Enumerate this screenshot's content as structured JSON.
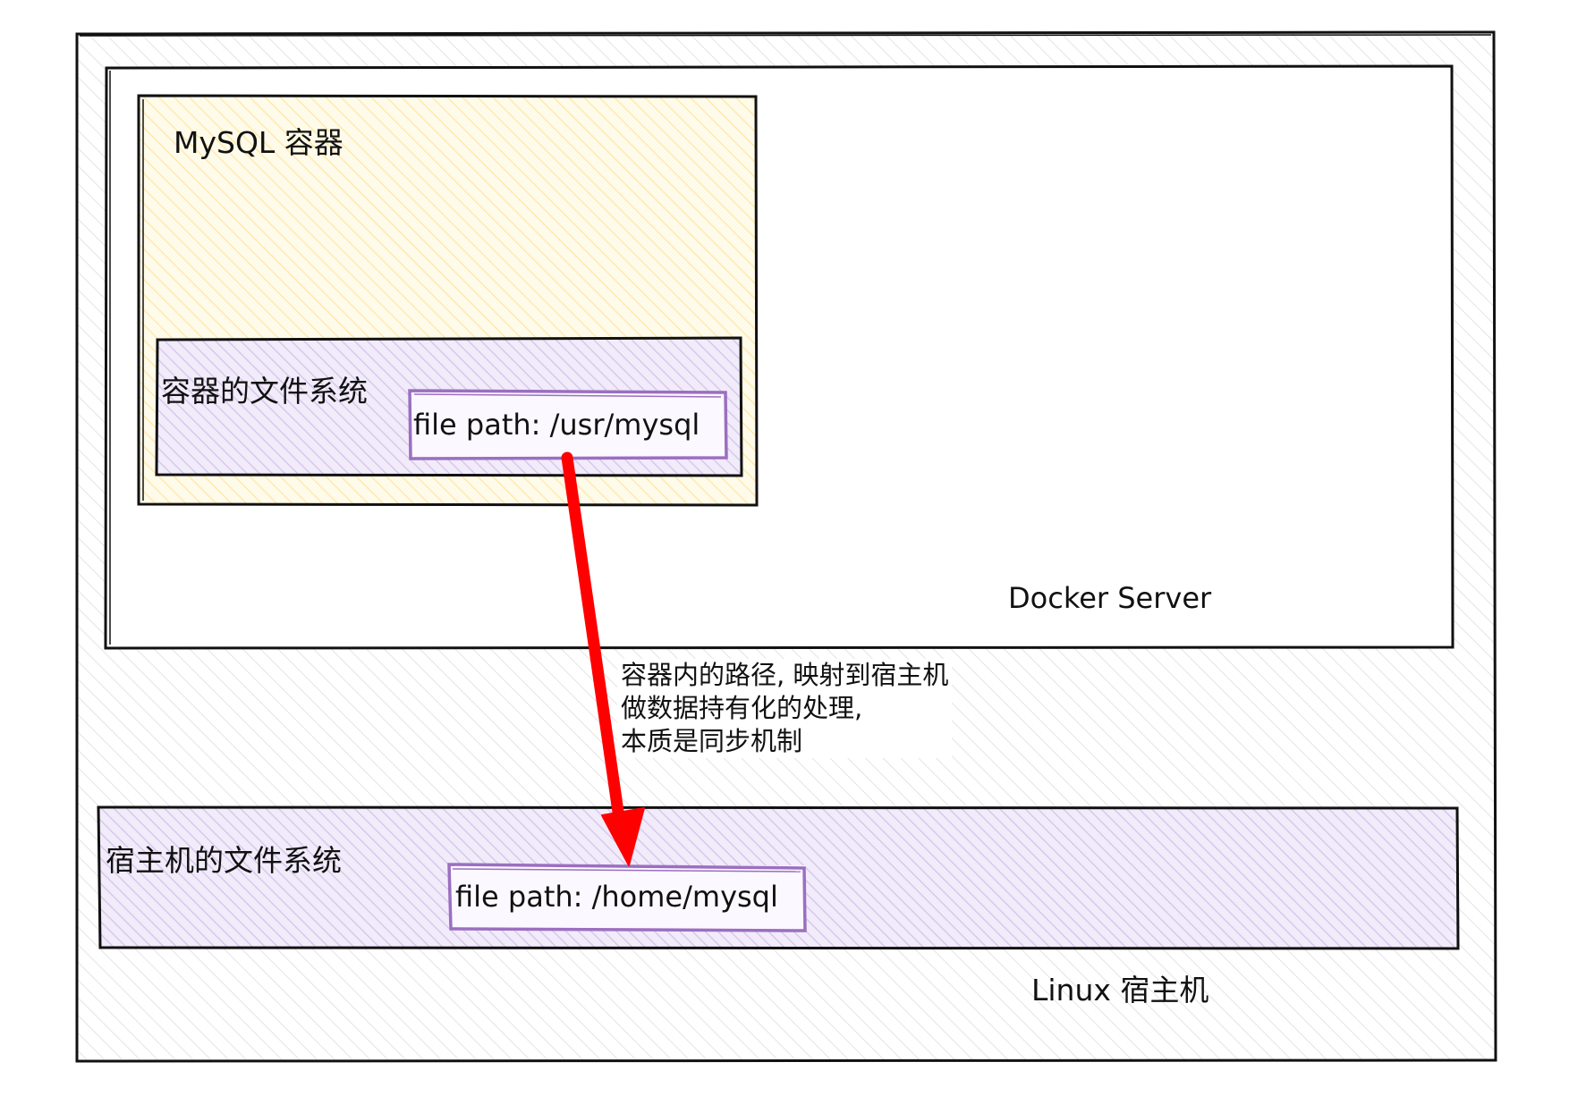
{
  "labels": {
    "mysql_container": "MySQL 容器",
    "container_fs": "容器的文件系统",
    "container_path": "file path: /usr/mysql",
    "docker_server": "Docker Server",
    "host_fs": "宿主机的文件系统",
    "host_path": "file path: /home/mysql",
    "linux_host": "Linux 宿主机"
  },
  "annotation": {
    "line1": "容器内的路径, 映射到宿主机",
    "line2": "做数据持有化的处理,",
    "line3": "本质是同步机制"
  },
  "colors": {
    "container_fill": "#fff3c4",
    "filesystem_fill": "#ddd0ee",
    "path_stroke": "#9b6fc0",
    "arrow": "#ff0000",
    "outline": "#111111",
    "hatch_gray": "#e6e6e6"
  }
}
